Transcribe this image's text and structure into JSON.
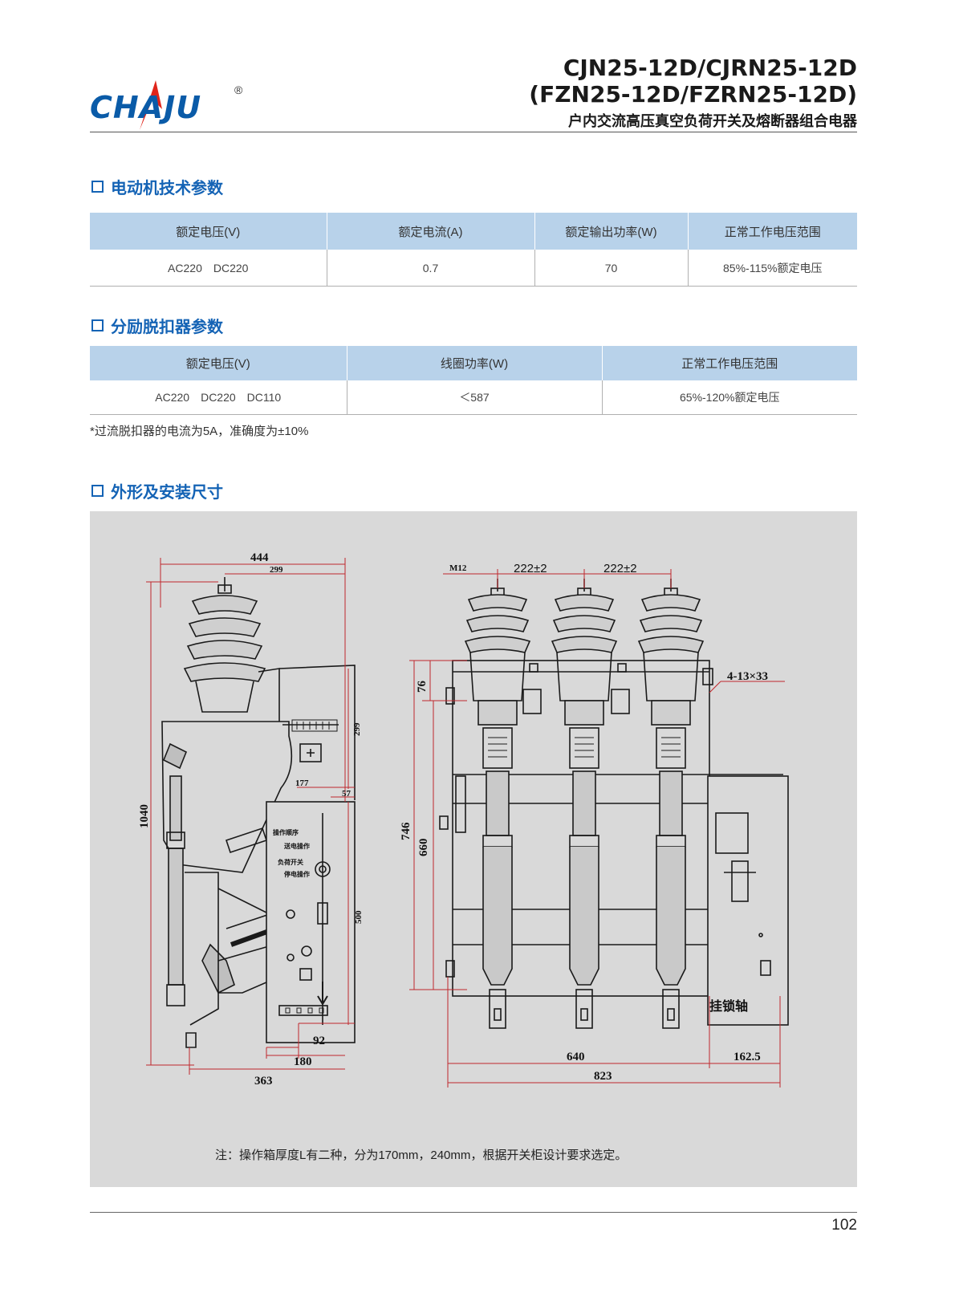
{
  "header": {
    "brand": "CHAJU",
    "registered": "®",
    "title_line1": "CJN25-12D/CJRN25-12D",
    "title_line2": "(FZN25-12D/FZRN25-12D)",
    "title_line3": "户内交流高压真空负荷开关及熔断器组合电器"
  },
  "colors": {
    "accent": "#1463b5",
    "table_header": "#b8d2ea",
    "logo_red": "#e0251b"
  },
  "motor_section": {
    "title": "电动机技术参数",
    "headers": [
      "额定电压(V)",
      "额定电流(A)",
      "额定输出功率(W)",
      "正常工作电压范围"
    ],
    "row": [
      "AC220　DC220",
      "0.7",
      "70",
      "85%-115%额定电压"
    ]
  },
  "shunt_section": {
    "title": "分励脱扣器参数",
    "headers": [
      "额定电压(V)",
      "线圈功率(W)",
      "正常工作电压范围"
    ],
    "row": [
      "AC220　DC220　DC110",
      "＜587",
      "65%-120%额定电压"
    ]
  },
  "footnote": "*过流脱扣器的电流为5A，准确度为±10%",
  "outline_section": {
    "title": "外形及安装尺寸",
    "side_view": {
      "dims": [
        "444",
        "299",
        "299",
        "1040",
        "177",
        "57",
        "500",
        "92",
        "180",
        "363"
      ],
      "panel_labels": [
        "操作顺序",
        "送电操作",
        "负荷开关",
        "停电操作"
      ]
    },
    "front_view": {
      "dims": [
        "M12",
        "222±2",
        "222±2",
        "4-13×33",
        "76",
        "746",
        "660",
        "640",
        "162.5",
        "823"
      ],
      "label_lock_shaft": "挂锁轴"
    },
    "note": "注：操作箱厚度L有二种，分为170mm，240mm，根据开关柜设计要求选定。"
  },
  "page_number": "102"
}
